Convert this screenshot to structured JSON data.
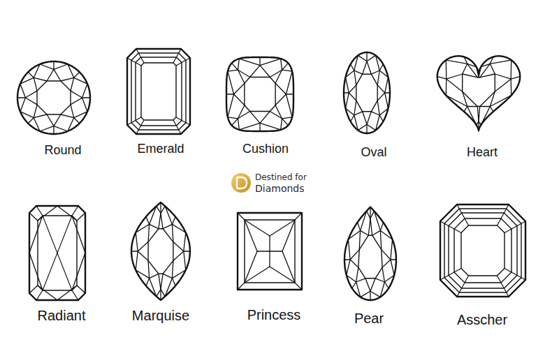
{
  "diagram": {
    "labels": [
      "Round",
      "Emerald",
      "Cushion",
      "Oval",
      "Heart",
      "Destined for",
      "Diamonds",
      "Radiant",
      "Marquise",
      "Princess",
      "Pear",
      "Asscher"
    ]
  }
}
